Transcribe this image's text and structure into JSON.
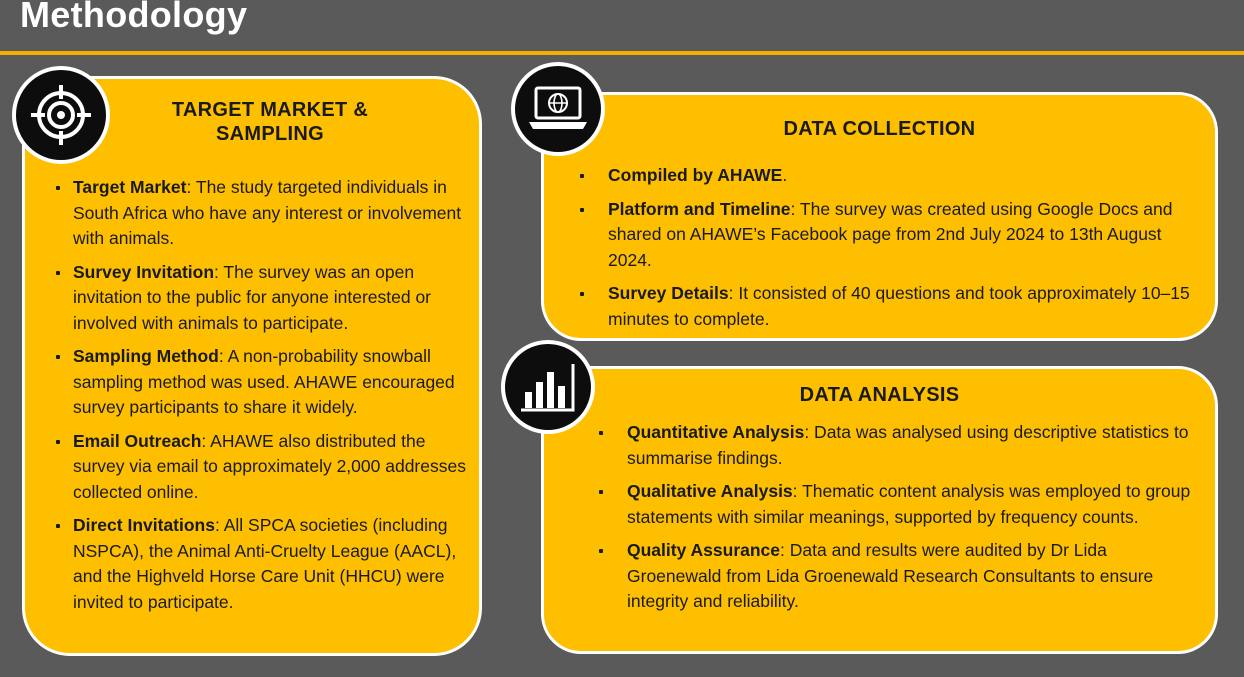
{
  "page": {
    "title": "Methodology",
    "accent_color": "#fdbf00",
    "background_color": "#5a5a5b"
  },
  "target_market": {
    "heading": "TARGET MARKET & SAMPLING",
    "icon": "crosshair-target-icon",
    "items": [
      {
        "label": "Target Market",
        "text": ": The study targeted individuals in South Africa who have any interest or involvement with animals."
      },
      {
        "label": "Survey Invitation",
        "text": ": The survey was an open invitation to the public for anyone interested or involved with animals to participate."
      },
      {
        "label": "Sampling Method",
        "text": ": A non-probability snowball sampling method was used. AHAWE encouraged survey participants to share it widely."
      },
      {
        "label": "Email Outreach",
        "text": ": AHAWE also distributed the survey via email to approximately 2,000 addresses collected online."
      },
      {
        "label": "Direct Invitations",
        "text": ": All SPCA societies (including NSPCA), the Animal Anti-Cruelty League (AACL), and the Highveld Horse Care Unit (HHCU) were invited to participate."
      }
    ]
  },
  "data_collection": {
    "heading": "DATA COLLECTION",
    "icon": "laptop-globe-icon",
    "items": [
      {
        "label": "Compiled by AHAWE",
        "text": "."
      },
      {
        "label": "Platform and Timeline",
        "text": ": The survey was created using Google Docs and shared on AHAWE’s Facebook page from 2nd July 2024 to 13th August 2024."
      },
      {
        "label": "Survey Details",
        "text": ": It consisted of 40 questions and took approximately 10–15 minutes to complete."
      }
    ]
  },
  "data_analysis": {
    "heading": "DATA ANALYSIS",
    "icon": "bar-chart-icon",
    "items": [
      {
        "label": "Quantitative Analysis",
        "text": ": Data was analysed using descriptive statistics to summarise findings."
      },
      {
        "label": "Qualitative Analysis",
        "text": ": Thematic content analysis was employed to group statements with similar meanings, supported by frequency counts."
      },
      {
        "label": "Quality Assurance",
        "text": ": Data and results were audited by Dr Lida Groenewald from Lida Groenewald Research Consultants to ensure integrity and reliability."
      }
    ]
  }
}
